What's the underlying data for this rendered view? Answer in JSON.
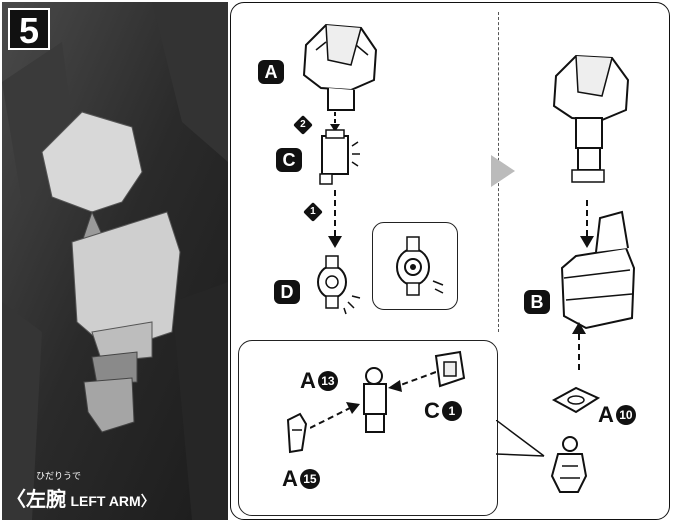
{
  "step": {
    "number": "5"
  },
  "section": {
    "ruby": "ひだりうで",
    "title_jp": "〈左腕",
    "title_en": "LEFT ARM〉"
  },
  "labels": {
    "A": "A",
    "C": "C",
    "D": "D",
    "B": "B",
    "order_1": "1",
    "order_2": "2"
  },
  "refs": {
    "a13": {
      "letter": "A",
      "num": "13"
    },
    "c1": {
      "letter": "C",
      "num": "1"
    },
    "a15": {
      "letter": "A",
      "num": "15"
    },
    "a10": {
      "letter": "A",
      "num": "10"
    }
  }
}
